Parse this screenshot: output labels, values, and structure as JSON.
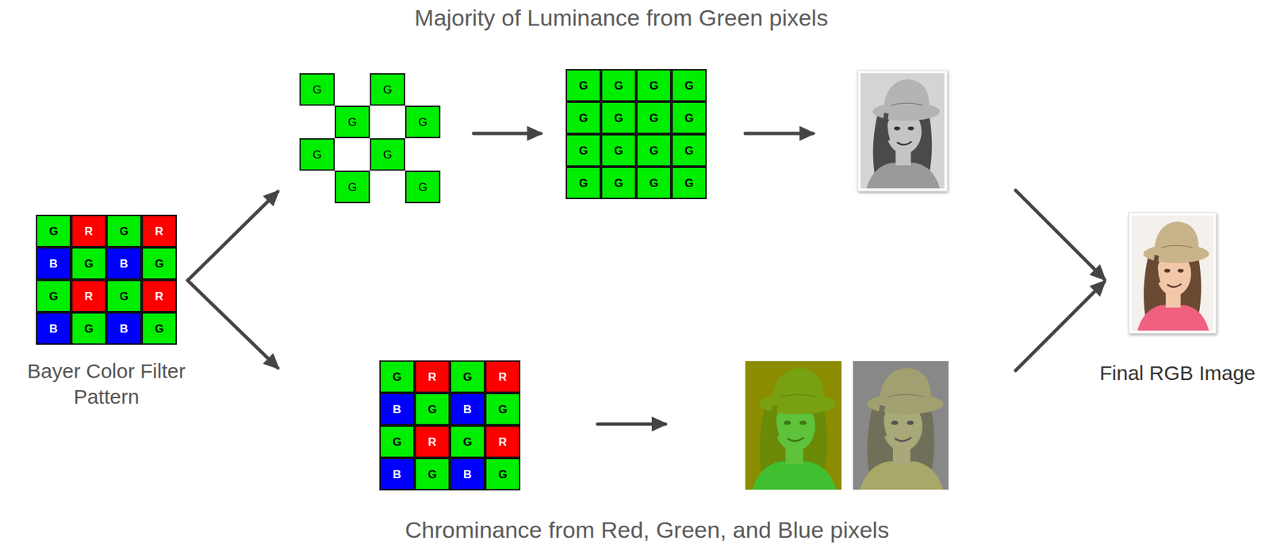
{
  "diagram": {
    "title": "Majority of Luminance from Green pixels",
    "caption": "Chrominance from Red, Green, and Blue pixels",
    "nodes": [
      {
        "text": [
          "Bayer Color Filter Pattern"
        ]
      },
      {
        "text": [
          "G"
        ],
        "in": 0
      },
      {
        "text": [
          "R"
        ],
        "in": 0
      },
      {
        "text": [
          "G"
        ],
        "in": 0
      },
      {
        "text": [
          "R"
        ],
        "in": 0
      },
      {
        "text": [
          "B"
        ],
        "in": 0
      },
      {
        "text": [
          "G"
        ],
        "in": 0
      },
      {
        "text": [
          "B"
        ],
        "in": 0
      },
      {
        "text": [
          "G"
        ],
        "in": 0
      },
      {
        "text": [
          "G"
        ],
        "in": 0
      },
      {
        "text": [
          "R"
        ],
        "in": 0
      },
      {
        "text": [
          "G"
        ],
        "in": 0
      },
      {
        "text": [
          "R"
        ],
        "in": 0
      },
      {
        "text": [
          "B"
        ],
        "in": 0
      },
      {
        "text": [
          "G"
        ],
        "in": 0
      },
      {
        "text": [
          "B"
        ],
        "in": 0
      },
      {
        "text": [
          "G"
        ],
        "in": 0
      },
      {
        "text": [
          "G"
        ]
      },
      {
        "text": [
          "G"
        ]
      },
      {
        "text": [
          "G"
        ]
      },
      {
        "text": [
          "G"
        ]
      },
      {
        "text": [
          "G"
        ]
      },
      {
        "text": [
          "G"
        ]
      },
      {
        "text": [
          "G"
        ]
      },
      {
        "text": [
          "G"
        ]
      },
      {
        "text": [
          "G"
        ]
      },
      {
        "text": [
          "G"
        ]
      },
      {
        "text": [
          "G"
        ]
      },
      {
        "text": [
          "G"
        ]
      },
      {
        "text": [
          "G"
        ]
      },
      {
        "text": [
          "G"
        ]
      },
      {
        "text": [
          "G"
        ]
      },
      {
        "text": [
          "G"
        ]
      },
      {
        "text": [
          "G"
        ]
      },
      {
        "text": [
          "G"
        ]
      },
      {
        "text": [
          "G"
        ]
      },
      {
        "text": [
          "G"
        ]
      },
      {
        "text": [
          "G"
        ]
      },
      {
        "text": [
          "G"
        ]
      },
      {
        "text": [
          "G"
        ]
      },
      {
        "text": [
          "G"
        ]
      },
      {
        "text": [
          "G"
        ]
      },
      {
        "text": [
          "R"
        ]
      },
      {
        "text": [
          "G"
        ]
      },
      {
        "text": [
          "R"
        ]
      },
      {
        "text": [
          "B"
        ]
      },
      {
        "text": [
          "G"
        ]
      },
      {
        "text": [
          "B"
        ]
      },
      {
        "text": [
          "G"
        ]
      },
      {
        "text": [
          "G"
        ]
      },
      {
        "text": [
          "R"
        ]
      },
      {
        "text": [
          "G"
        ]
      },
      {
        "text": [
          "R"
        ]
      },
      {
        "text": [
          "B"
        ]
      },
      {
        "text": [
          "G"
        ]
      },
      {
        "text": [
          "B"
        ]
      },
      {
        "text": [
          "G"
        ]
      },
      {
        "text": [
          "Final RGB Image"
        ]
      }
    ]
  }
}
